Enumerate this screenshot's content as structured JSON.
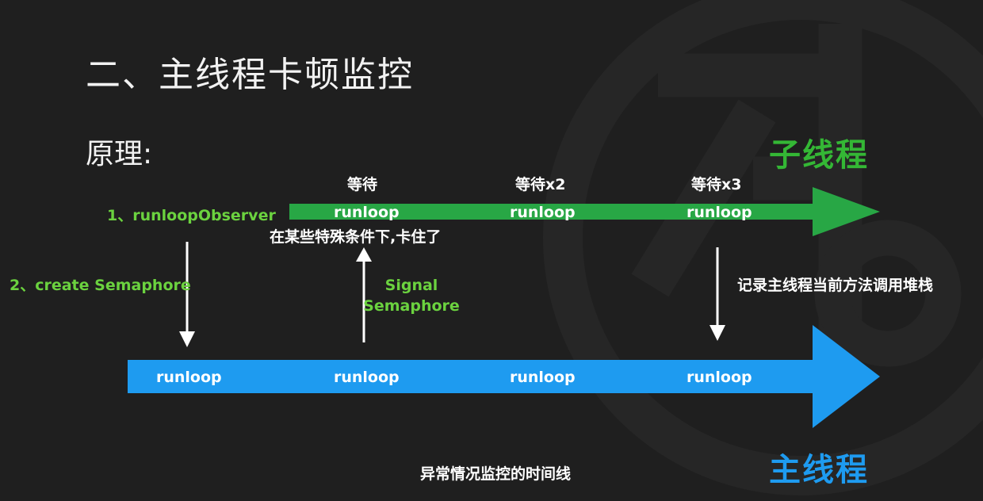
{
  "title": "二、主线程卡顿监控",
  "subtitle": "原理:",
  "sub_thread": {
    "label": "子线程",
    "color": "#28a745",
    "runloops": [
      "runloop",
      "runloop",
      "runloop"
    ],
    "waits": [
      "等待",
      "等待x2",
      "等待x3"
    ]
  },
  "main_thread": {
    "label": "主线程",
    "color": "#1e9bf0",
    "runloops": [
      "runloop",
      "runloop",
      "runloop",
      "runloop"
    ]
  },
  "steps": {
    "step1": "1、runloopObserver",
    "step2": "2、create Semaphore"
  },
  "annotations": {
    "stuck": "在某些特殊条件下,卡住了",
    "signal_line1": "Signal",
    "signal_line2": "Semaphore",
    "record_stack": "记录主线程当前方法调用堆栈",
    "caption": "异常情况监控的时间线"
  }
}
